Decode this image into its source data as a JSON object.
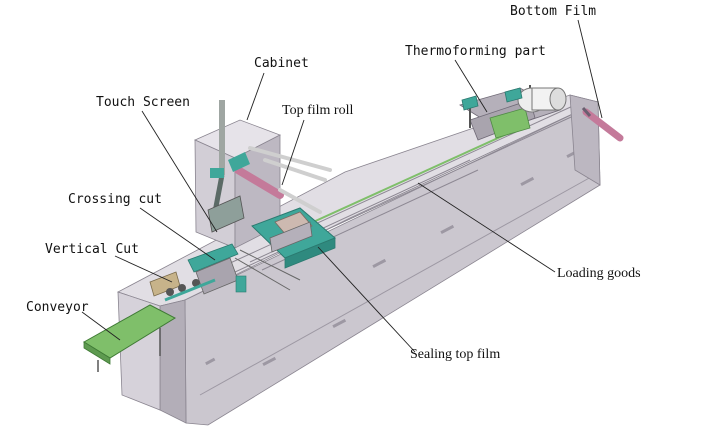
{
  "labels": {
    "bottom_film": "Bottom Film",
    "thermoforming_part": "Thermoforming part",
    "cabinet": "Cabinet",
    "touch_screen": "Touch Screen",
    "top_film_roll": "Top film roll",
    "crossing_cut": "Crossing cut",
    "vertical_cut": "Vertical Cut",
    "loading_goods": "Loading goods",
    "conveyor": "Conveyor",
    "sealing_top_film": "Sealing top film"
  },
  "colors": {
    "machine_body": "#cfcbd3",
    "machine_dark": "#a9a4ae",
    "machine_light": "#e3e0e6",
    "accent_teal": "#3fa79a",
    "accent_green": "#7fbf6a",
    "accent_pink": "#c47a9a",
    "leader": "#222222"
  }
}
